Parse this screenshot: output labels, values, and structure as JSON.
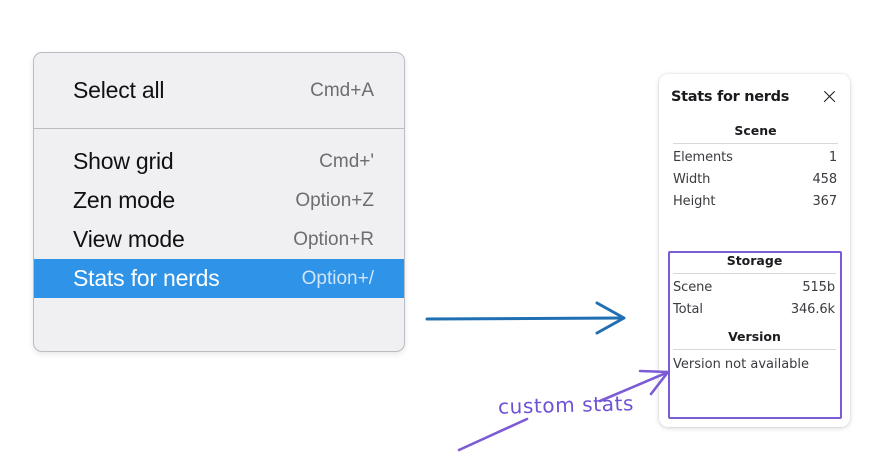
{
  "context_menu": {
    "name": "canvas-context-menu",
    "groups": [
      {
        "items": [
          {
            "label": "Select all",
            "shortcut": "Cmd+A",
            "selected": false
          }
        ]
      },
      {
        "items": [
          {
            "label": "Show grid",
            "shortcut": "Cmd+'",
            "selected": false
          },
          {
            "label": "Zen mode",
            "shortcut": "Option+Z",
            "selected": false
          },
          {
            "label": "View mode",
            "shortcut": "Option+R",
            "selected": false
          },
          {
            "label": "Stats for nerds",
            "shortcut": "Option+/",
            "selected": true
          }
        ]
      }
    ],
    "highlight_color": "#2f93e8",
    "background_color": "#f0f0f2"
  },
  "stats_panel": {
    "title": "Stats for nerds",
    "close_icon": "close-icon",
    "sections": [
      {
        "heading": "Scene",
        "rows": [
          {
            "key": "Elements",
            "value": "1"
          },
          {
            "key": "Width",
            "value": "458"
          },
          {
            "key": "Height",
            "value": "367"
          }
        ]
      },
      {
        "heading": "Storage",
        "rows": [
          {
            "key": "Scene",
            "value": "515b"
          },
          {
            "key": "Total",
            "value": "346.6k"
          }
        ]
      },
      {
        "heading": "Version",
        "note": "Version not available",
        "rows": []
      }
    ]
  },
  "annotations": {
    "handwritten_label": "custom stats",
    "label_color": "#6f51d6",
    "blue_arrow_color": "#1f6fb2",
    "purple_arrow_color": "#7b5bd6",
    "highlight_box_color": "#7b5bd6"
  }
}
